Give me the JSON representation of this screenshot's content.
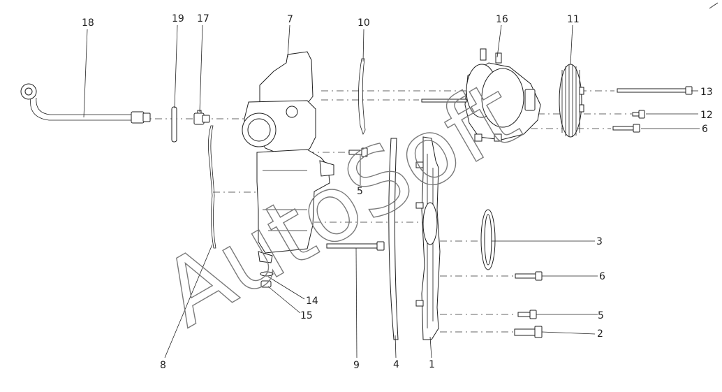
{
  "diagram": {
    "callouts": [
      {
        "id": "c18",
        "label": "18"
      },
      {
        "id": "c19",
        "label": "19"
      },
      {
        "id": "c17",
        "label": "17"
      },
      {
        "id": "c7",
        "label": "7"
      },
      {
        "id": "c10",
        "label": "10"
      },
      {
        "id": "c16",
        "label": "16"
      },
      {
        "id": "c11",
        "label": "11"
      },
      {
        "id": "c13",
        "label": "13"
      },
      {
        "id": "c12",
        "label": "12"
      },
      {
        "id": "c6a",
        "label": "6"
      },
      {
        "id": "c5a",
        "label": "5"
      },
      {
        "id": "c3",
        "label": "3"
      },
      {
        "id": "c6b",
        "label": "6"
      },
      {
        "id": "c5b",
        "label": "5"
      },
      {
        "id": "c2",
        "label": "2"
      },
      {
        "id": "c14",
        "label": "14"
      },
      {
        "id": "c15",
        "label": "15"
      },
      {
        "id": "c8",
        "label": "8"
      },
      {
        "id": "c9",
        "label": "9"
      },
      {
        "id": "c4",
        "label": "4"
      },
      {
        "id": "c1",
        "label": "1"
      }
    ],
    "watermark": "AutoSoft",
    "colors": {
      "line": "#1f1f1f",
      "watermark": "#7a7a7a",
      "background": "#ffffff"
    }
  }
}
